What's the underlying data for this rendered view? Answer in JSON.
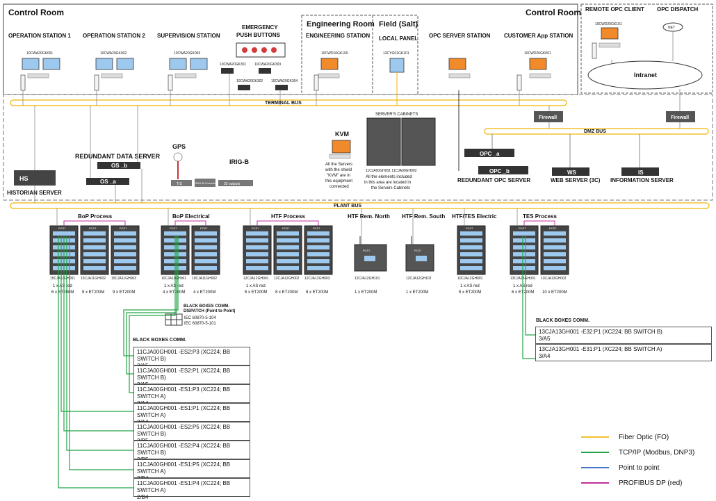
{
  "rooms": {
    "control_room_left": "Control Room",
    "control_room_right": "Control Room",
    "engineering_room": "Engineering Room",
    "field_salt": "Field (Salt)",
    "remote_opc_client": "REMOTE OPC CLIENT",
    "opc_dispatch": "OPC DISPATCH"
  },
  "stations": [
    {
      "name": "OPERATION STATION 1",
      "tag": "10CWA20GK001"
    },
    {
      "name": "OPERATION STATION 2",
      "tag": "10CWA20GK002"
    },
    {
      "name": "SUPERVISION STATION",
      "tag": "10CWA20GK003"
    },
    {
      "name": "ENGINEERING STATION",
      "tag": "10CWD10GK100"
    },
    {
      "name": "LOCAL PANEL",
      "tag": "13CYG01GK101"
    },
    {
      "name": "OPC SERVER STATION",
      "tag": ""
    },
    {
      "name": "CUSTOMER App STATION",
      "tag": "10CWD20GK001"
    }
  ],
  "emergency": {
    "title_line1": "EMERGENCY",
    "title_line2": "PUSH BUTTONS",
    "printers": [
      "10CWA20GK301",
      "10CWA20GK303",
      "10CWA20GK302",
      "10CWA20GK304"
    ]
  },
  "remote": {
    "tag": "10CWD20GK101",
    "net": "NET",
    "intranet": "Intranet"
  },
  "buses": {
    "terminal": "TERMINAL BUS",
    "dmz": "DMZ BUS",
    "plant": "PLANT BUS",
    "firewall": "Firewall"
  },
  "servers": {
    "redundant_data_server": "REDUNDANT DATA SERVER",
    "os_b": "OS _b",
    "os_a": "OS _a",
    "historian": "HISTORIAN SERVER",
    "hs": "HS",
    "gps": "GPS",
    "irig": "IRIG-B",
    "tis": "TIS",
    "converter": "IRIG-B Converter",
    "outputs": "32 outputs",
    "kvm_title": "KVM",
    "kvm_note": [
      "All the Servers",
      "with the shield",
      "\"KVM\" are in",
      "this equipment",
      "connected"
    ],
    "cabinets_title": "SERVER'S CABINETS",
    "cabinet_tags": "11CJA00GH001 11CJA00GH002",
    "cabinets_note": [
      "All the elements included",
      "in this area are located in",
      "the Servers Cabinets"
    ],
    "opc_a": "OPC _a",
    "opc_b": "OPC _b",
    "redundant_opc": "REDUNDANT OPC SERVER",
    "ws": "WS",
    "web_server": "WEB SERVER (3C)",
    "is": "IS",
    "information_server": "INFORMATION SERVER",
    "pcs7": "PCS7"
  },
  "process_groups": [
    {
      "name": "BoP Process",
      "tags": [
        "15CJA11GH001",
        "15CJA11GH002",
        "15CJA11GH003"
      ],
      "specs": [
        "1 x AS red",
        "6 x ET200M",
        "9 x ET200M",
        "9 x ET200M"
      ]
    },
    {
      "name": "BoP Electrical",
      "tags": [
        "10CJA11GH001",
        "10CJA11GH002"
      ],
      "specs": [
        "1 x AS red",
        "4 x ET200M",
        "4 x ET200M"
      ]
    },
    {
      "name": "HTF Process",
      "tags": [
        "12CJA12GH001",
        "12CJA12GH002",
        "12CJA12GH003"
      ],
      "specs": [
        "1 x AS red",
        "5 x ET200M",
        "8 x ET200M",
        "8 x ET200M"
      ]
    },
    {
      "name": "HTF Rem. North",
      "tags": [
        "12CJA12GH101"
      ],
      "specs": [
        "1 x ET200M"
      ]
    },
    {
      "name": "HTF Rem. South",
      "tags": [
        "12CJA12GH102"
      ],
      "specs": [
        "1 x ET200M"
      ]
    },
    {
      "name": "HTF/TES Electric",
      "tags": [
        "10CJA12GH001"
      ],
      "specs": [
        "1 x AS red",
        "5 x ET200M"
      ]
    },
    {
      "name": "TES Process",
      "tags": [
        "13CJA13GH001",
        "13CJA13GH002"
      ],
      "specs": [
        "1 x AS red",
        "6 x ET200M",
        "10 x ET200M"
      ]
    }
  ],
  "dispatch": {
    "title_line1": "BLACK BOXES COMM.",
    "title_line2": "DISPATCH (Point to Point)",
    "protocol1": "IEC 60870-5-104",
    "protocol2": "IEC 60870-5-101"
  },
  "black_boxes_left": {
    "title": "BLACK BOXES COMM.",
    "rows": [
      {
        "line1": "11CJA00GH001 -ES2:P3  (XC224; BB SWITCH B)",
        "line2": "2/A5"
      },
      {
        "line1": "11CJA00GH001 -ES2:P1  (XC224; BB SWITCH B)",
        "line2": "2/A5"
      },
      {
        "line1": "11CJA00GH001 -ES1:P3  (XC224; BB SWITCH A)",
        "line2": "2/A4"
      },
      {
        "line1": "11CJA00GH001 -ES1:P1  (XC224; BB SWITCH A)",
        "line2": "2/A4"
      },
      {
        "line1": "11CJA00GH001 -ES2:P5  (XC224; BB SWITCH B)",
        "line2": "2/B5"
      },
      {
        "line1": "11CJA00GH001 -ES2:P4  (XC224; BB SWITCH B)",
        "line2": "2/B5"
      },
      {
        "line1": "11CJA00GH001 -ES1:P5  (XC224; BB SWITCH A)",
        "line2": "2/B4"
      },
      {
        "line1": "11CJA00GH001 -ES1:P4  (XC224; BB SWITCH A)",
        "line2": "2/B4"
      }
    ]
  },
  "black_boxes_right": {
    "title": "BLACK BOXES COMM.",
    "rows": [
      {
        "line1": "13CJA13GH001 -E32:P1  (XC224; BB SWITCH B)",
        "line2": "3/A5"
      },
      {
        "line1": "13CJA13GH001 -E31:P1  (XC224; BB SWITCH A)",
        "line2": "3/A4"
      }
    ]
  },
  "legend": [
    {
      "label": "Fiber Optic (FO)",
      "color": "#f2c230"
    },
    {
      "label": "TCP/IP (Modbus, DNP3)",
      "color": "#21a345"
    },
    {
      "label": "Point to point",
      "color": "#4472c4"
    },
    {
      "label": "PROFIBUS DP (red)",
      "color": "#c0309a"
    }
  ],
  "colors": {
    "fo": "#f2c230",
    "tcp": "#21a345",
    "p2p": "#4472c4",
    "profibus": "#c0309a",
    "monitor_orange": "#f08a2a",
    "monitor_blue": "#9ec9ef"
  }
}
